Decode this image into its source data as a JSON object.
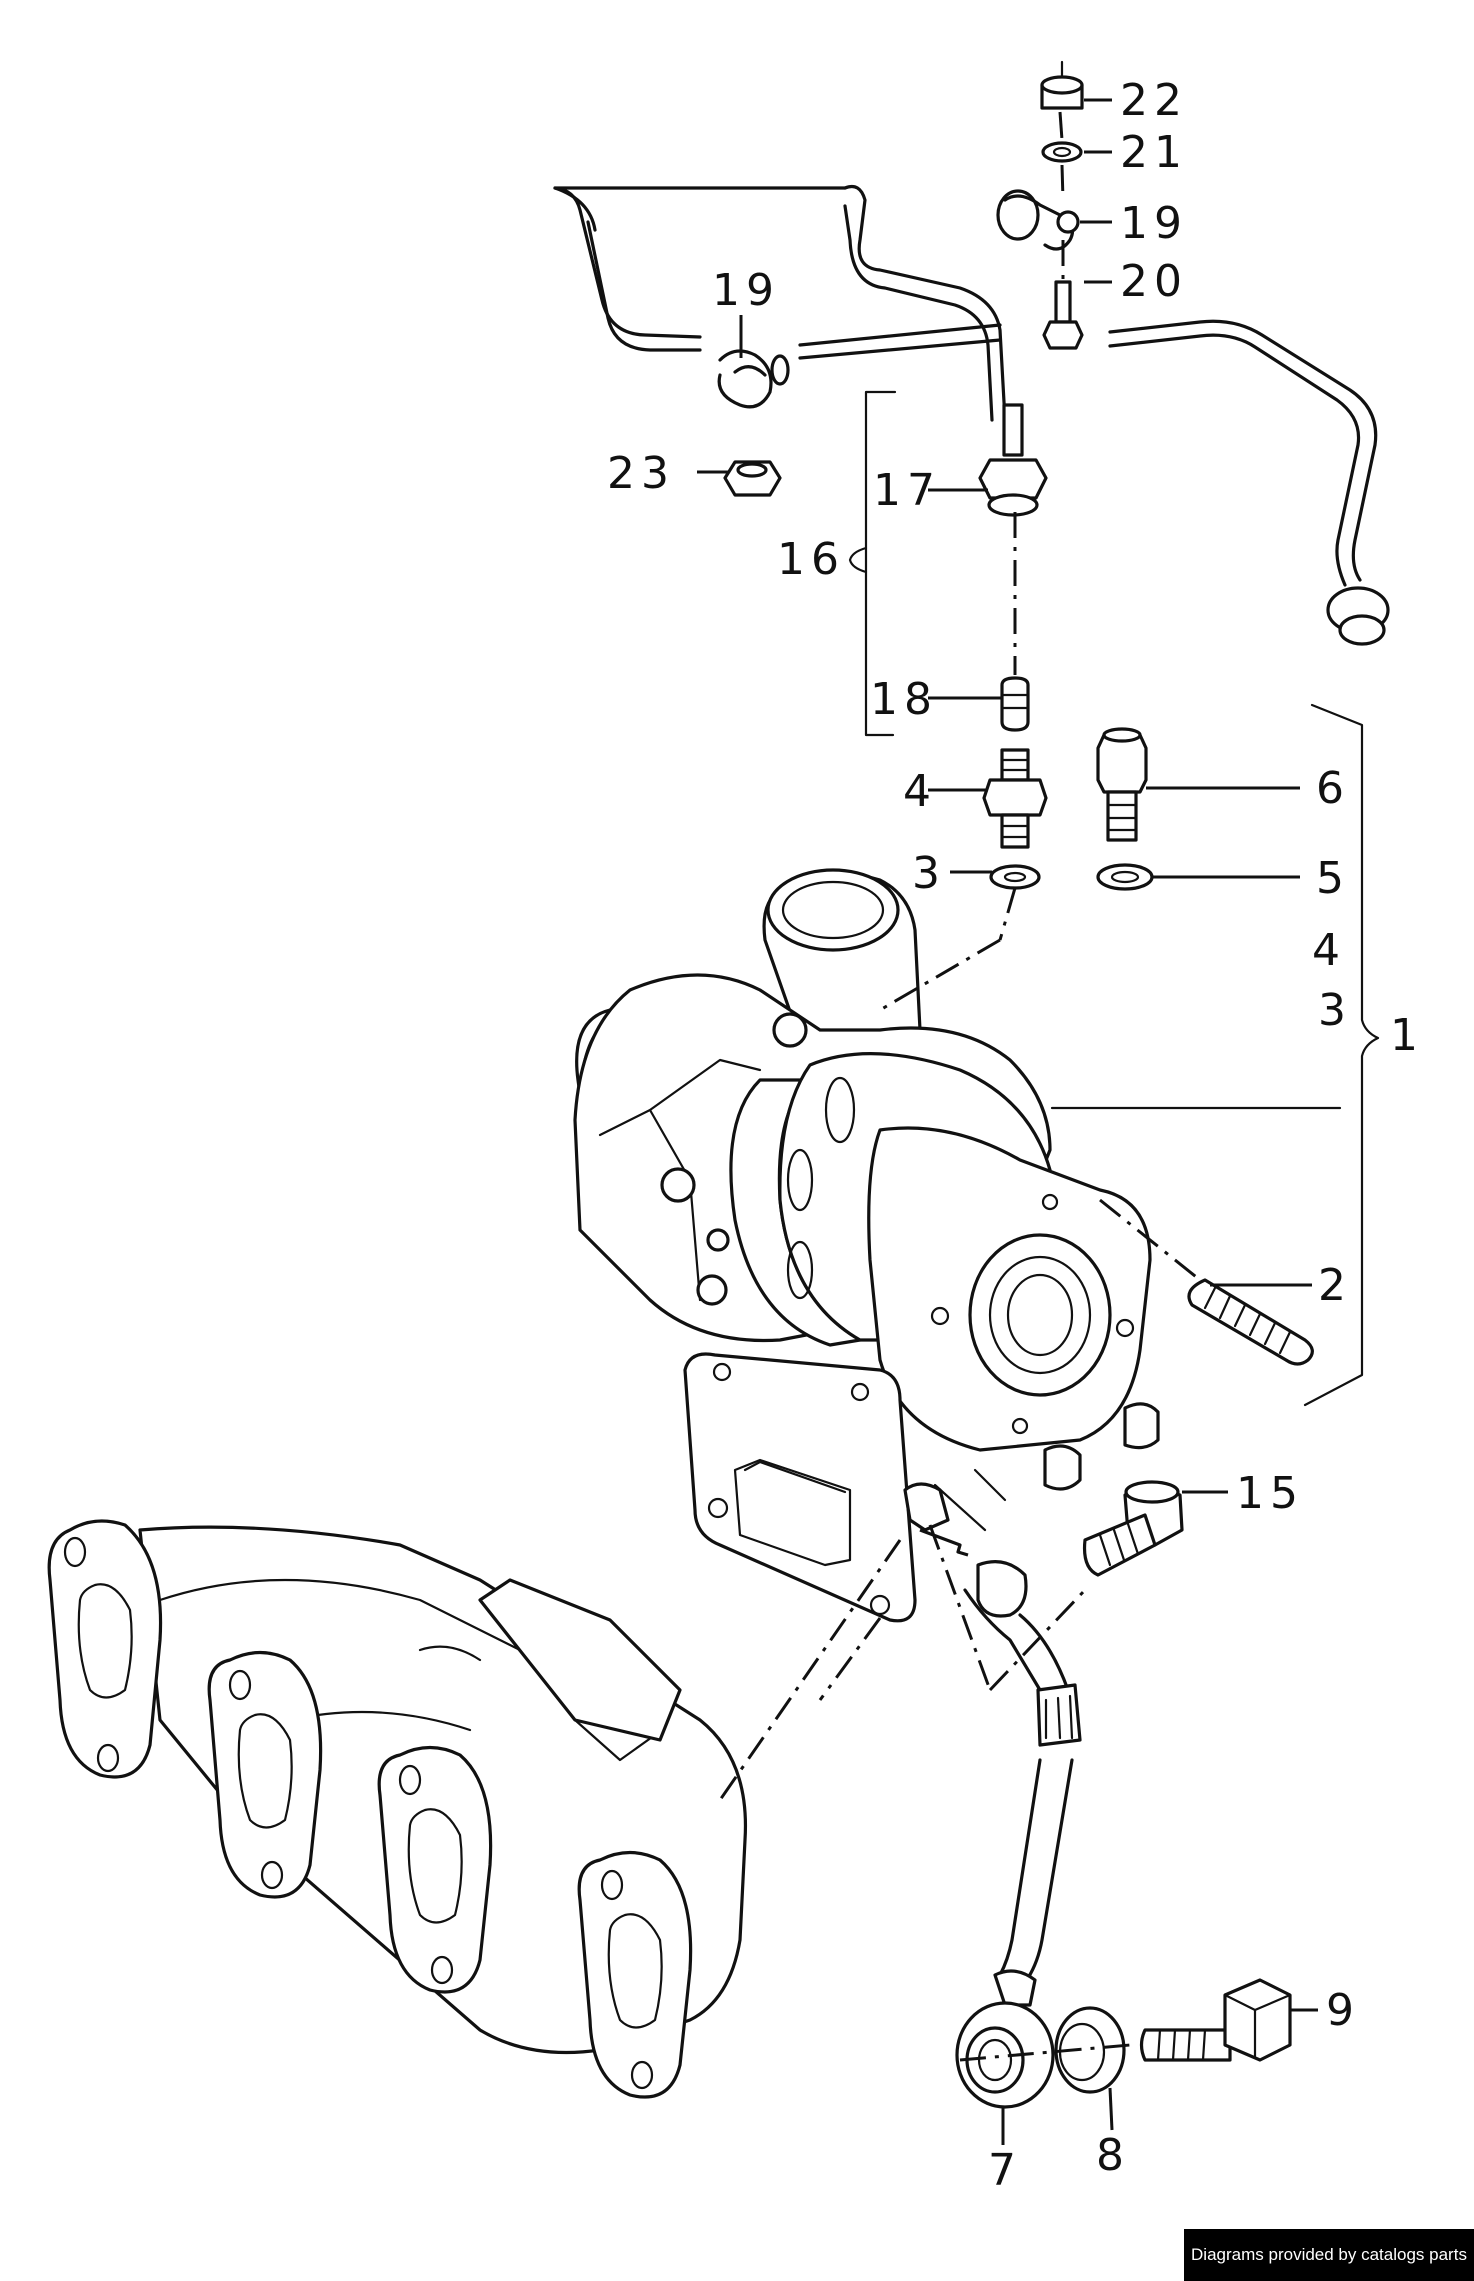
{
  "labels": {
    "p1": "1",
    "p2": "2",
    "p3": "3",
    "p4": "4",
    "p5": "5",
    "p6": "6",
    "p7": "7",
    "p8": "8",
    "p9": "9",
    "p15": "15",
    "p16": "16",
    "p17": "17",
    "p18": "18",
    "p19a": "19",
    "p19b": "19",
    "p20": "20",
    "p21": "21",
    "p22": "22",
    "p23": "23",
    "b3": "3",
    "b4": "4"
  },
  "footer": {
    "credit": "Diagrams provided by catalogs parts"
  },
  "colors": {
    "ink": "#111111",
    "background": "#ffffff",
    "footer_bg": "#000000",
    "footer_text": "#ffffff"
  }
}
